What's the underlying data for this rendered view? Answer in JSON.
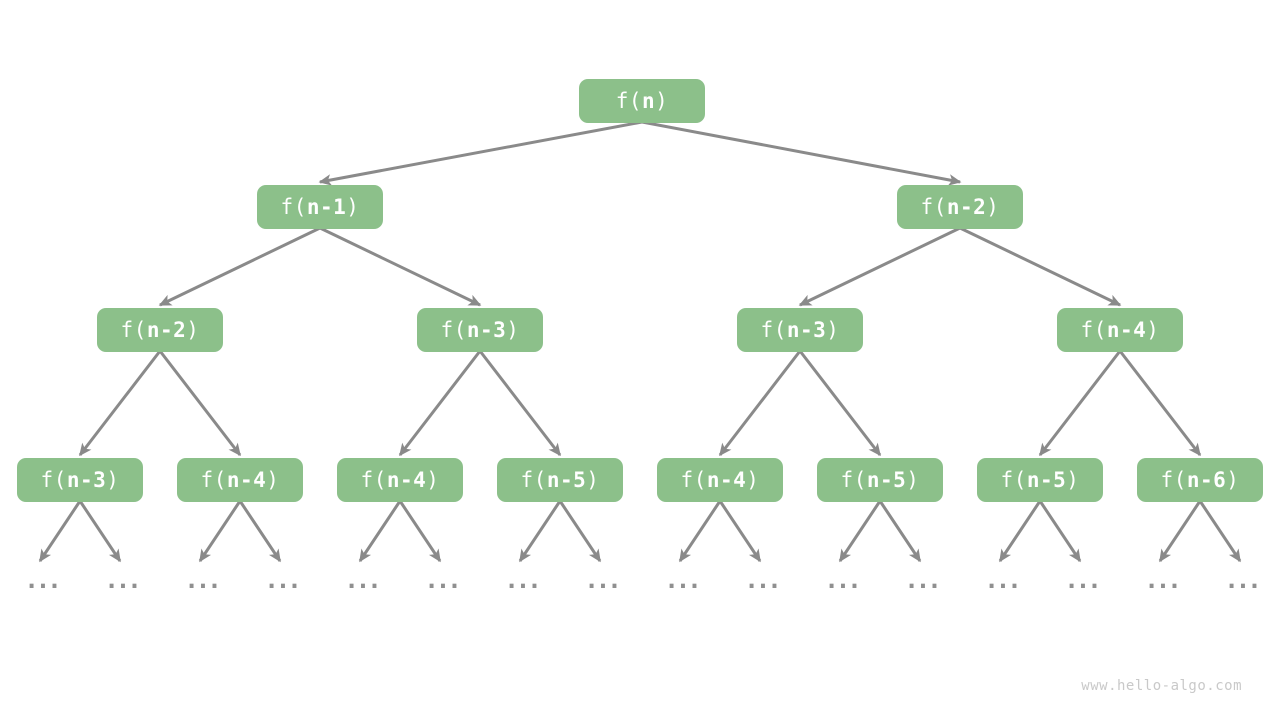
{
  "watermark": "www.hello-algo.com",
  "ellipsis": "...",
  "colors": {
    "background": "#ffffff",
    "node_fill": "#8cc08a",
    "node_text": "#ffffff",
    "arrow": "#8a8a8a",
    "dots": "#909090",
    "watermark_text": "#c9c9c9"
  },
  "tree_levels": [
    [
      "f(n)"
    ],
    [
      "f(n-1)",
      "f(n-2)"
    ],
    [
      "f(n-2)",
      "f(n-3)",
      "f(n-3)",
      "f(n-4)"
    ],
    [
      "f(n-3)",
      "f(n-4)",
      "f(n-4)",
      "f(n-5)",
      "f(n-4)",
      "f(n-5)",
      "f(n-5)",
      "f(n-6)"
    ]
  ]
}
